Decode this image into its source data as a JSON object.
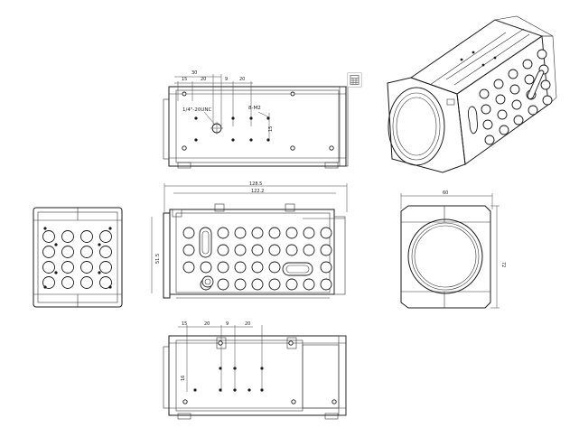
{
  "top_view": {
    "dim_overall": "30",
    "dims": [
      "15",
      "20",
      "9",
      "20"
    ],
    "thread_label": "1/4\"-20UNC",
    "screw_label": "8-M2",
    "side_dim": "15"
  },
  "side_view": {
    "length_overall": "128.5",
    "length_inner": "122.2",
    "height": "51.5"
  },
  "front_view": {
    "width": "60",
    "height": "72"
  },
  "bottom_view": {
    "dims": [
      "15",
      "20",
      "9",
      "20"
    ],
    "side_dim": "16"
  },
  "toolbar": {
    "icon": "grid-icon"
  }
}
